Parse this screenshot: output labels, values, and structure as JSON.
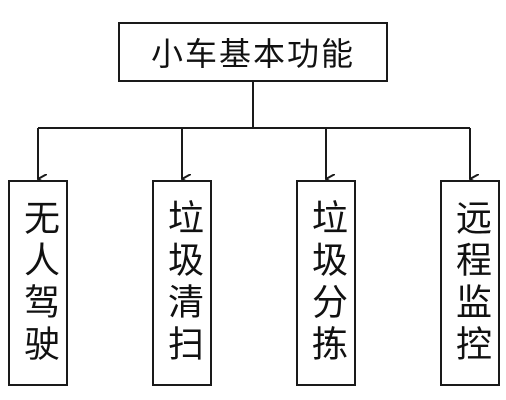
{
  "root": {
    "label": "小车基本功能"
  },
  "children": [
    {
      "label": "无人驾驶"
    },
    {
      "label": "垃圾清扫"
    },
    {
      "label": "垃圾分拣"
    },
    {
      "label": "远程监控"
    }
  ]
}
